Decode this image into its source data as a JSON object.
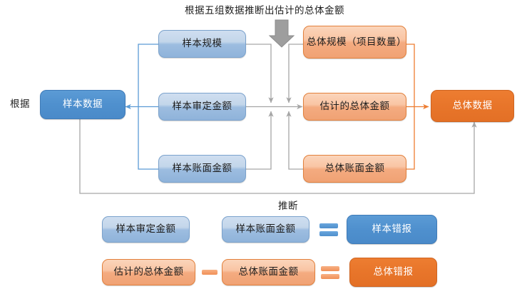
{
  "diagram": {
    "top_caption": "根据五组数据推断出估计的总体金额",
    "left_caption": "根据",
    "middle_caption": "推断",
    "sample_data_box": "样本数据",
    "population_data_box": "总体数据",
    "sample_boxes": [
      {
        "label": "样本规模"
      },
      {
        "label": "样本审定金额"
      },
      {
        "label": "样本账面金额"
      }
    ],
    "population_boxes": [
      {
        "label": "总体规模（项目数量）"
      },
      {
        "label": "估计的总体金额"
      },
      {
        "label": "总体账面金额"
      }
    ],
    "formulas": [
      {
        "left": "样本审定金额",
        "operator": "",
        "right": "样本账面金额",
        "equals": "=",
        "result": "样本错报"
      },
      {
        "left": "估计的总体金额",
        "operator": "−",
        "right": "总体账面金额",
        "equals": "=",
        "result": "总体错报"
      }
    ],
    "colors": {
      "blue_accent": "#5b9bd5",
      "blue_light": "#c3d6ea",
      "orange_accent": "#ed7d31",
      "orange_light": "#f9c5a4",
      "connector_gray": "#a6a6a6",
      "connector_blue": "#5b9bd5",
      "connector_orange": "#ed7d31"
    },
    "icons": {
      "down_arrow": "down-arrow-icon"
    }
  }
}
